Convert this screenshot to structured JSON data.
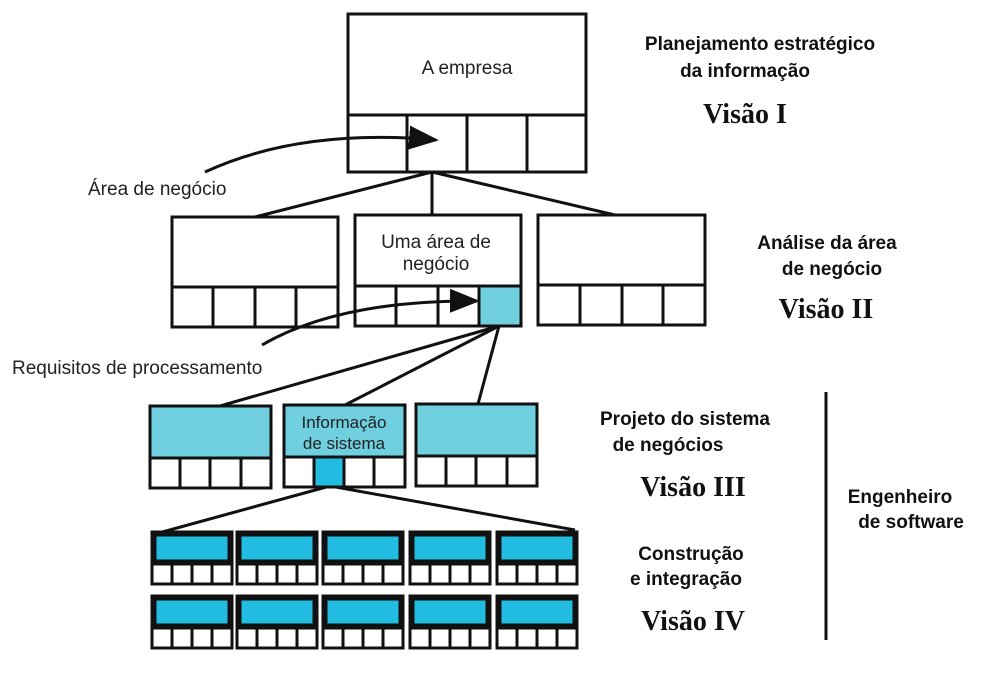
{
  "colors": {
    "line": "#111111",
    "cyan_fill": "#6fcfdf",
    "bright_cyan": "#22bce0",
    "background": "#ffffff"
  },
  "boxes": {
    "company": "A empresa",
    "business_area_line1": "Uma área de",
    "business_area_line2": "negócio",
    "system_info_line1": "Informação",
    "system_info_line2": "de sistema"
  },
  "callouts": {
    "business_area": "Área de negócio",
    "processing_requirements": "Requisitos de processamento"
  },
  "levels": [
    {
      "heading_lines": [
        "Planejamento estratégico",
        "da informação"
      ],
      "vision": "Visão I"
    },
    {
      "heading_lines": [
        "Análise da área",
        "de negócio"
      ],
      "vision": "Visão II"
    },
    {
      "heading_lines": [
        "Projeto do sistema",
        "de negócios"
      ],
      "vision": "Visão III"
    },
    {
      "heading_lines": [
        "Construção",
        "e integração"
      ],
      "vision": "Visão IV"
    }
  ],
  "engineer": {
    "lines": [
      "Engenheiro",
      "de software"
    ]
  }
}
